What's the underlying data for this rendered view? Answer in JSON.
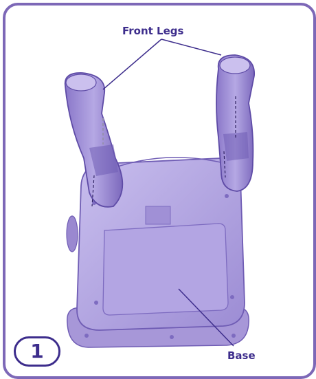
{
  "labels": {
    "front_legs": "Front Legs",
    "base": "Base"
  },
  "step": {
    "number": "1"
  },
  "colors": {
    "frame": "#7d68b7",
    "text": "#3d2d8c",
    "part_fill": "#a99ad8",
    "part_dark": "#7b69bf",
    "part_light": "#c8bdec"
  }
}
